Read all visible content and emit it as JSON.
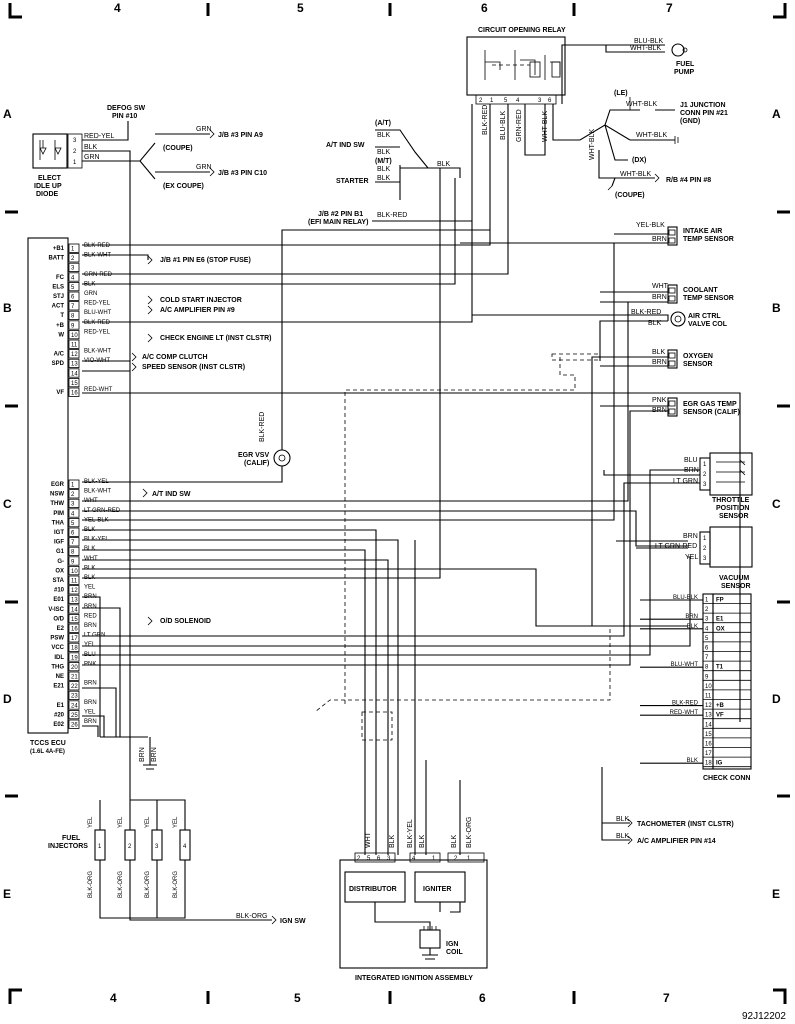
{
  "grid": {
    "cols_top": [
      "4",
      "5",
      "6",
      "7"
    ],
    "cols_bottom": [
      "4",
      "5",
      "6",
      "7"
    ],
    "rows_left": [
      "A",
      "B",
      "C",
      "D",
      "E"
    ],
    "rows_right": [
      "A",
      "B",
      "C",
      "D",
      "E"
    ]
  },
  "figure_code": "92J12202",
  "ecu": {
    "title_1": "TCCS ECU",
    "title_2": "(1.6L 4A-FE)",
    "pins": [
      {
        "name": "+B1",
        "num": "1",
        "wire": "BLK-RED"
      },
      {
        "name": "BATT",
        "num": "2",
        "wire": "BLK-WHT"
      },
      {
        "name": "",
        "num": "3",
        "wire": ""
      },
      {
        "name": "FC",
        "num": "4",
        "wire": "GRN-RED"
      },
      {
        "name": "ELS",
        "num": "5",
        "wire": "BLK"
      },
      {
        "name": "STJ",
        "num": "6",
        "wire": "GRN"
      },
      {
        "name": "ACT",
        "num": "7",
        "wire": "RED-YEL"
      },
      {
        "name": "T",
        "num": "8",
        "wire": "BLU-WHT"
      },
      {
        "name": "+B",
        "num": "9",
        "wire": "BLK-RED"
      },
      {
        "name": "W",
        "num": "10",
        "wire": "RED-YEL"
      },
      {
        "name": "",
        "num": "11",
        "wire": ""
      },
      {
        "name": "A/C",
        "num": "12",
        "wire": "BLK-WHT"
      },
      {
        "name": "SPD",
        "num": "13",
        "wire": "VIO-WHT"
      },
      {
        "name": "",
        "num": "14",
        "wire": ""
      },
      {
        "name": "",
        "num": "15",
        "wire": ""
      },
      {
        "name": "VF",
        "num": "16",
        "wire": "RED-WHT"
      },
      {
        "name": "EGR",
        "num": "1",
        "wire": "BLK-YEL"
      },
      {
        "name": "NSW",
        "num": "2",
        "wire": "BLK-WHT"
      },
      {
        "name": "THW",
        "num": "3",
        "wire": "WHT"
      },
      {
        "name": "PIM",
        "num": "4",
        "wire": "LT GRN-RED"
      },
      {
        "name": "THA",
        "num": "5",
        "wire": "YEL-BLK"
      },
      {
        "name": "IGT",
        "num": "6",
        "wire": "BLK"
      },
      {
        "name": "IGF",
        "num": "7",
        "wire": "BLK-YEL"
      },
      {
        "name": "G1",
        "num": "8",
        "wire": "BLK"
      },
      {
        "name": "G-",
        "num": "9",
        "wire": "WHT"
      },
      {
        "name": "OX",
        "num": "10",
        "wire": "BLK"
      },
      {
        "name": "STA",
        "num": "11",
        "wire": "BLK"
      },
      {
        "name": "#10",
        "num": "12",
        "wire": "YEL"
      },
      {
        "name": "E01",
        "num": "13",
        "wire": "BRN"
      },
      {
        "name": "V-ISC",
        "num": "14",
        "wire": "BRN"
      },
      {
        "name": "O/D",
        "num": "15",
        "wire": "RED"
      },
      {
        "name": "E2",
        "num": "16",
        "wire": "BRN"
      },
      {
        "name": "PSW",
        "num": "17",
        "wire": "LT GRN"
      },
      {
        "name": "VCC",
        "num": "18",
        "wire": "YEL"
      },
      {
        "name": "IDL",
        "num": "19",
        "wire": "BLU"
      },
      {
        "name": "THG",
        "num": "20",
        "wire": "PNK"
      },
      {
        "name": "NE",
        "num": "21",
        "wire": ""
      },
      {
        "name": "E21",
        "num": "22",
        "wire": "BRN"
      },
      {
        "name": "",
        "num": "23",
        "wire": ""
      },
      {
        "name": "E1",
        "num": "24",
        "wire": "BRN"
      },
      {
        "name": "#20",
        "num": "25",
        "wire": "YEL"
      },
      {
        "name": "E02",
        "num": "26",
        "wire": "BRN"
      }
    ],
    "dests": {
      "p2": "J/B #1 PIN E6 (STOP FUSE)",
      "p6": "COLD START INJECTOR",
      "p7": "A/C AMPLIFIER PIN #9",
      "p10": "CHECK ENGINE LT (INST CLSTR)",
      "p12": "A/C COMP CLUTCH",
      "p13": "SPEED SENSOR (INST CLSTR)",
      "nsw": "A/T IND SW",
      "od": "O/D SOLENOID"
    }
  },
  "idle_up": {
    "title_1": "DEFOG SW",
    "title_2": "PIN #10",
    "diode_1": "ELECT",
    "diode_2": "IDLE UP",
    "diode_3": "DIODE",
    "w1": "RED-YEL",
    "w2": "BLK",
    "w3": "GRN",
    "grn_a": "GRN",
    "dest_a": "J/B #3 PIN A9",
    "coupe": "(COUPE)",
    "grn_b": "GRN",
    "dest_b": "J/B #3 PIN C10",
    "ex_coupe": "(EX COUPE)"
  },
  "relay": {
    "title": "CIRCUIT OPENING RELAY",
    "pins": [
      "2",
      "1",
      "5",
      "4",
      "3",
      "6"
    ],
    "w1": "BLK-RED",
    "w2": "BLU-BLK",
    "w3": "GRN-RED",
    "w4": "WHT-BLK",
    "fp1": "BLU-BLK",
    "fp2": "WHT-BLK",
    "pump_1": "FUEL",
    "pump_2": "PUMP",
    "le": "(LE)",
    "wb1": "WHT-BLK",
    "junc_1": "J1 JUNCTION",
    "junc_2": "CONN PIN #21",
    "junc_3": "(GND)",
    "wb_v": "WHT-BLK",
    "wb2": "WHT-BLK",
    "dx": "(DX)",
    "wb3": "WHT-BLK",
    "rb": "R/B #4 PIN #8",
    "coupe2": "(COUPE)"
  },
  "start": {
    "at": "(A/T)",
    "at_blk": "BLK",
    "at_sw": "A/T IND SW",
    "at_blk2": "BLK",
    "mt": "(M/T)",
    "mt_blk": "BLK",
    "starter": "STARTER",
    "st_blk": "BLK",
    "blk": "BLK",
    "jb": "J/B #2 PIN B1",
    "jb_w": "BLK-RED",
    "efi": "(EFI MAIN RELAY)"
  },
  "sensors": {
    "iat_w1": "YEL-BLK",
    "iat_w2": "BRN",
    "iat_1": "INTAKE AIR",
    "iat_2": "TEMP SENSOR",
    "cts_w1": "WHT",
    "cts_w2": "BRN",
    "cts_1": "COOLANT",
    "cts_2": "TEMP SENSOR",
    "acv_w1": "BLK-RED",
    "acv_w2": "BLK",
    "acv_1": "AIR CTRL",
    "acv_2": "VALVE COL",
    "o2_w1": "BLK",
    "o2_w2": "BRN",
    "o2_1": "OXYGEN",
    "o2_2": "SENSOR",
    "egr_w1": "PNK",
    "egr_w2": "BRN",
    "egr_1": "EGR GAS TEMP",
    "egr_2": "SENSOR (CALIF)",
    "egrv_w": "BLK-RED",
    "egrv_1": "EGR VSV",
    "egrv_2": "(CALIF)",
    "tps_w1": "BLU",
    "tps_w2": "BRN",
    "tps_w3": "LT GRN",
    "tps_1": "THROTTLE",
    "tps_2": "POSITION",
    "tps_3": "SENSOR",
    "tps_pins": [
      "1",
      "2",
      "3"
    ],
    "vac_w1": "BRN",
    "vac_w2": "LT GRN-RED",
    "vac_w3": "YEL",
    "vac_1": "VACUUM",
    "vac_2": "SENSOR",
    "vac_pins": [
      "1",
      "2",
      "3"
    ]
  },
  "check_conn": {
    "title": "CHECK CONN",
    "pins": [
      {
        "num": "1",
        "name": "FP",
        "wire": "BLU-BLK"
      },
      {
        "num": "2",
        "name": "",
        "wire": ""
      },
      {
        "num": "3",
        "name": "E1",
        "wire": "BRN"
      },
      {
        "num": "4",
        "name": "OX",
        "wire": "BLK"
      },
      {
        "num": "5",
        "name": "",
        "wire": ""
      },
      {
        "num": "6",
        "name": "",
        "wire": ""
      },
      {
        "num": "7",
        "name": "",
        "wire": ""
      },
      {
        "num": "8",
        "name": "T1",
        "wire": "BLU-WHT"
      },
      {
        "num": "9",
        "name": "",
        "wire": ""
      },
      {
        "num": "10",
        "name": "",
        "wire": ""
      },
      {
        "num": "11",
        "name": "",
        "wire": ""
      },
      {
        "num": "12",
        "name": "+B",
        "wire": "BLK-RED"
      },
      {
        "num": "13",
        "name": "VF",
        "wire": "RED-WHT"
      },
      {
        "num": "14",
        "name": "",
        "wire": ""
      },
      {
        "num": "15",
        "name": "",
        "wire": ""
      },
      {
        "num": "16",
        "name": "",
        "wire": ""
      },
      {
        "num": "17",
        "name": "",
        "wire": ""
      },
      {
        "num": "18",
        "name": "IG",
        "wire": "BLK"
      }
    ]
  },
  "tach": {
    "w1": "BLK",
    "d1": "TACHOMETER (INST CLSTR)",
    "w2": "BLK",
    "d2": "A/C AMPLIFIER PIN #14"
  },
  "injectors": {
    "title_1": "FUEL",
    "title_2": "INJECTORS",
    "nums": [
      "1",
      "2",
      "3",
      "4"
    ],
    "top": "YEL",
    "bot": "BLK-ORG",
    "gnd_1": "BRN",
    "gnd_2": "BRN",
    "ign_w": "BLK-ORG",
    "ign": "IGN SW"
  },
  "ignition": {
    "title": "INTEGRATED IGNITION ASSEMBLY",
    "pins": [
      "2",
      "5",
      "6",
      "3",
      "4",
      "1",
      "2",
      "1"
    ],
    "w1": "WHT",
    "w2": "BLK",
    "w3": "BLK-YEL",
    "w4": "BLK",
    "w5": "BLK-ORG",
    "w6": "BLK",
    "dist": "DISTRIBUTOR",
    "igniter": "IGNITER",
    "coil_1": "IGN",
    "coil_2": "COIL"
  }
}
